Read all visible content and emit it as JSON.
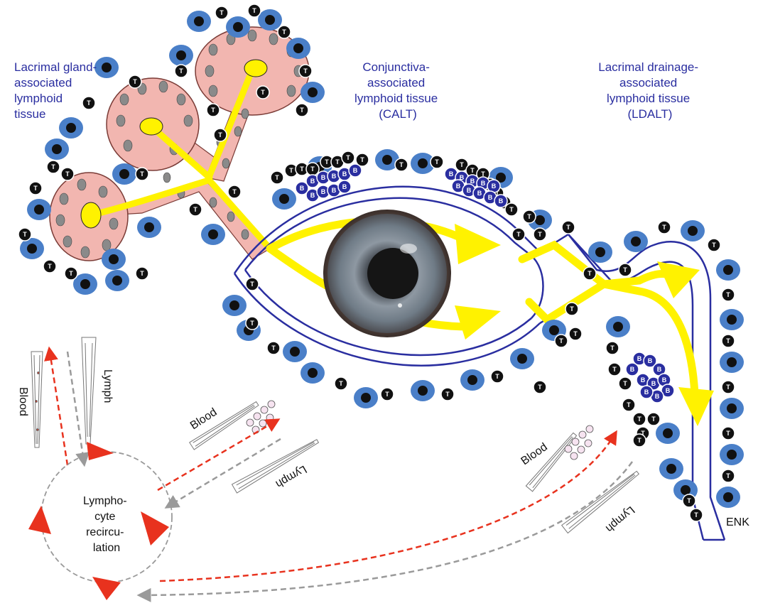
{
  "labels": {
    "lacrimal_gland": [
      "Lacrimal gland-",
      "associated",
      "lymphoid",
      "tissue"
    ],
    "calt": [
      "Conjunctiva-",
      "associated",
      "lymphoid tissue",
      "(CALT)"
    ],
    "ldalt": [
      "Lacrimal drainage-",
      "associated",
      "lymphoid tissue",
      "(LDALT)"
    ],
    "recirculation": [
      "Lympho-",
      "cyte",
      "recircu-",
      "lation"
    ],
    "blood": "Blood",
    "lymph": "Lymph",
    "enk": "ENK"
  },
  "cell_letters": {
    "t_cell": "T",
    "b_cell": "B"
  },
  "colors": {
    "label_text": "#2a2ea0",
    "tear_flow": "#fff200",
    "blood_flow": "#e8321e",
    "lymph_flow": "#9a9a9a",
    "epithelium_outline": "#2a2ea0",
    "acinus_fill": "#f2b6b0",
    "cell_blue": "#4a7fc8",
    "b_cell": "#2a2ea0",
    "t_cell": "#111111"
  },
  "icons": [
    "eye-icon",
    "t-cell-icon",
    "b-cell-icon",
    "dendritic-cell-icon",
    "blood-vessel-icon",
    "lymph-vessel-icon"
  ]
}
